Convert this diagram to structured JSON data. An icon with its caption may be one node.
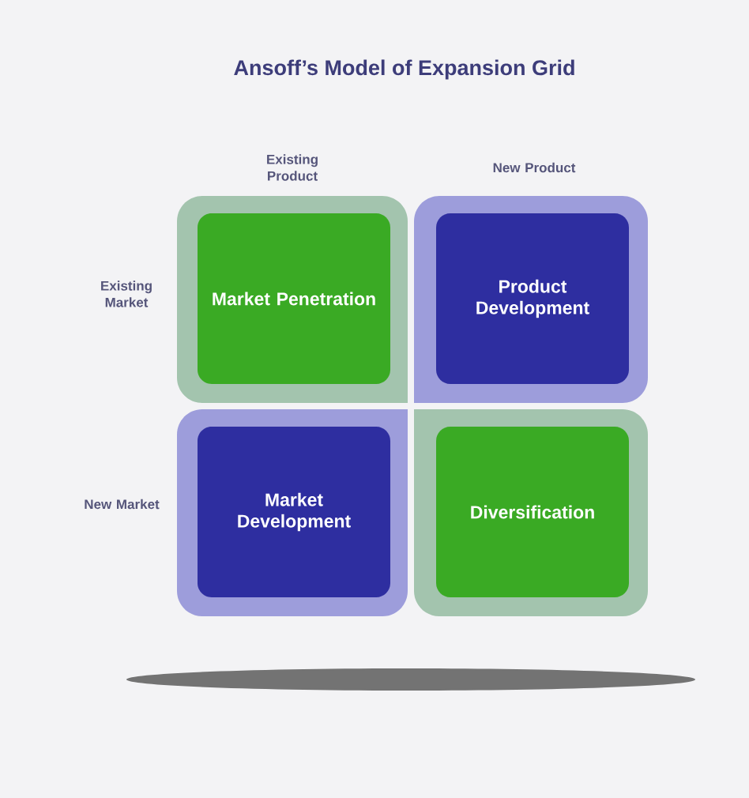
{
  "diagram": {
    "title": "Ansoff’s Model of Expansion Grid",
    "nodes": [
      {
        "text": [
          "Market Penetration"
        ]
      },
      {
        "text": [
          "Product Development"
        ]
      },
      {
        "text": [
          "Market Development"
        ]
      },
      {
        "text": [
          "Diversification"
        ]
      }
    ],
    "labels": [
      "Existing Product",
      "New Product",
      "Existing Market",
      "New Market"
    ]
  }
}
